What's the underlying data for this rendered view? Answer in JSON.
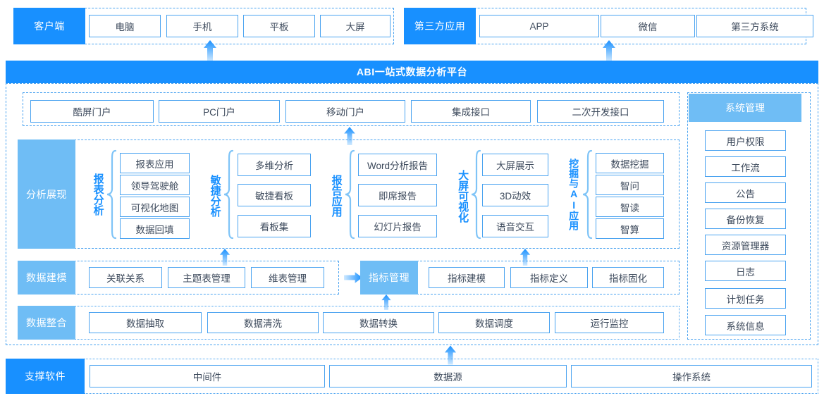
{
  "diagram": {
    "title": "ABI一站式数据分析平台",
    "colors": {
      "primary_blue": "#1890ff",
      "light_blue": "#6fbdf5",
      "border_blue": "#4aa3f0",
      "text": "#3d4a5c",
      "background": "#ffffff"
    }
  },
  "client_layer": {
    "label": "客户端",
    "items": [
      "电脑",
      "手机",
      "平板",
      "大屏"
    ]
  },
  "third_party_layer": {
    "label": "第三方应用",
    "items": [
      "APP",
      "微信",
      "第三方系统"
    ]
  },
  "platform": {
    "title": "ABI一站式数据分析平台"
  },
  "portal_layer": {
    "items": [
      "酷屏门户",
      "PC门户",
      "移动门户",
      "集成接口",
      "二次开发接口"
    ]
  },
  "analysis_layer": {
    "label": "分析展现",
    "groups": [
      {
        "name": "报表分析",
        "items": [
          "报表应用",
          "领导驾驶舱",
          "可视化地图",
          "数据回填"
        ]
      },
      {
        "name": "敏捷分析",
        "items": [
          "多维分析",
          "敏捷看板",
          "看板集"
        ]
      },
      {
        "name": "报告应用",
        "items": [
          "Word分析报告",
          "即席报告",
          "幻灯片报告"
        ]
      },
      {
        "name": "大屏可视化",
        "items": [
          "大屏展示",
          "3D动效",
          "语音交互"
        ]
      },
      {
        "name": "挖掘与AI应用",
        "items": [
          "数据挖掘",
          "智问",
          "智读",
          "智算"
        ]
      }
    ]
  },
  "modeling_layer": {
    "label": "数据建模",
    "items": [
      "关联关系",
      "主题表管理",
      "维表管理"
    ]
  },
  "metric_layer": {
    "label": "指标管理",
    "items": [
      "指标建模",
      "指标定义",
      "指标固化"
    ]
  },
  "integration_layer": {
    "label": "数据整合",
    "items": [
      "数据抽取",
      "数据清洗",
      "数据转换",
      "数据调度",
      "运行监控"
    ]
  },
  "support_layer": {
    "label": "支撑软件",
    "items": [
      "中间件",
      "数据源",
      "操作系统"
    ]
  },
  "system_management": {
    "label": "系统管理",
    "items": [
      "用户权限",
      "工作流",
      "公告",
      "备份恢复",
      "资源管理器",
      "日志",
      "计划任务",
      "系统信息"
    ]
  }
}
